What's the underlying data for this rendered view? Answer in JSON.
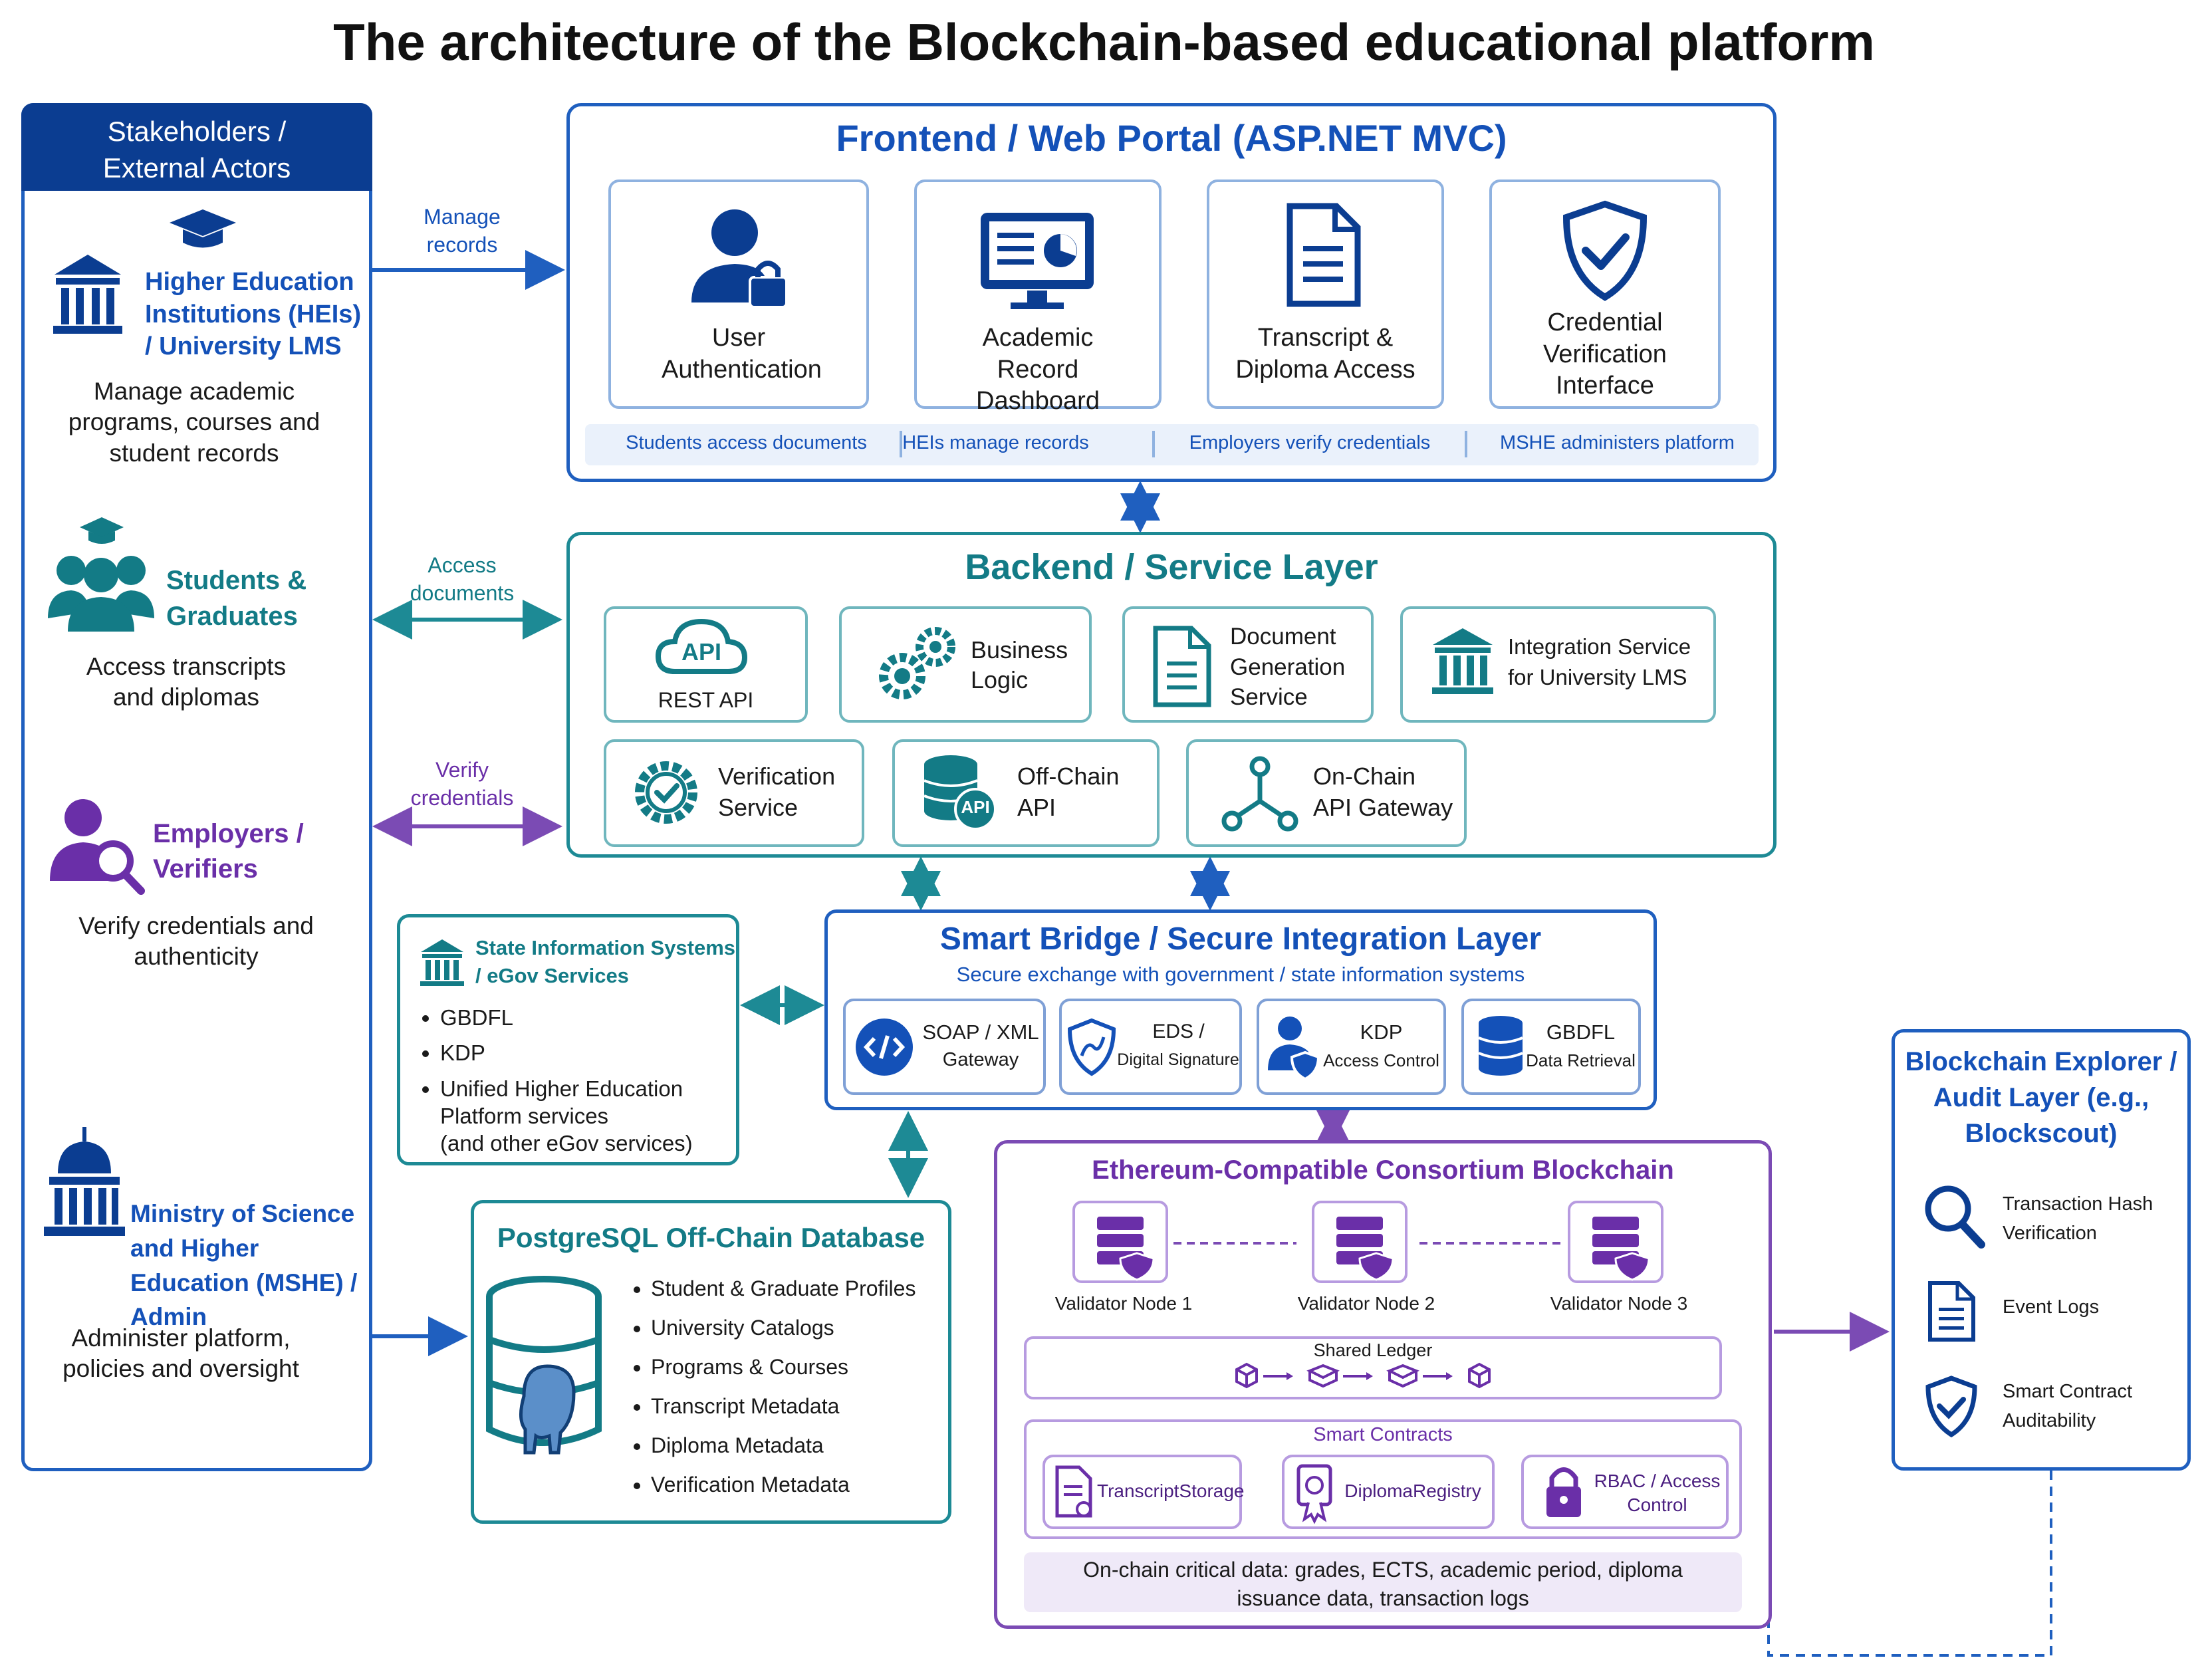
{
  "title": "The architecture of the Blockchain-based educational platform",
  "colors": {
    "blue": "#1f5fbf",
    "navy": "#0b3d91",
    "teal": "#1d8a95",
    "purple": "#7b4bb4"
  },
  "stakeholders": {
    "header": "Stakeholders / External Actors",
    "actors": [
      {
        "name": "Higher Education Institutions (HEIs) / University LMS",
        "desc": "Manage academic programs, courses and student records",
        "icon": "university-icon"
      },
      {
        "name": "Students & Graduates",
        "desc": "Access transcripts and diplomas",
        "icon": "students-icon"
      },
      {
        "name": "Employers / Verifiers",
        "desc": "Verify credentials and authenticity",
        "icon": "verifier-icon"
      },
      {
        "name": "Ministry of Science and Higher Education (MSHE) / Admin",
        "desc": "Administer platform, policies and oversight",
        "icon": "ministry-icon"
      }
    ]
  },
  "arrows": {
    "manage": "Manage records",
    "access": "Access documents",
    "verify": "Verify credentials"
  },
  "frontend": {
    "title": "Frontend / Web Portal (ASP.NET MVC)",
    "cards": [
      {
        "label": "User Authentication",
        "icon": "user-lock-icon"
      },
      {
        "label": "Academic Record Dashboard",
        "icon": "dashboard-icon"
      },
      {
        "label": "Transcript & Diploma Access",
        "icon": "document-icon"
      },
      {
        "label": "Credential Verification Interface",
        "icon": "shield-check-icon"
      }
    ],
    "strip": [
      "Students access documents",
      "HEIs manage records",
      "Employers verify credentials",
      "MSHE administers platform"
    ]
  },
  "backend": {
    "title": "Backend / Service Layer",
    "services": [
      {
        "label": "REST API",
        "icon": "cloud-api-icon"
      },
      {
        "label": "Business Logic",
        "icon": "gears-icon"
      },
      {
        "label": "Document Generation Service",
        "icon": "doc-icon"
      },
      {
        "label": "Integration Service for University LMS",
        "icon": "bank-icon"
      },
      {
        "label": "Verification Service",
        "icon": "gear-check-icon"
      },
      {
        "label": "Off-Chain API",
        "icon": "database-api-icon"
      },
      {
        "label": "On-Chain API Gateway",
        "icon": "network-icon"
      }
    ],
    "api_text": "API"
  },
  "bridge": {
    "title": "Smart Bridge / Secure Integration Layer",
    "subtitle": "Secure exchange with government / state information systems",
    "items": [
      {
        "title": "SOAP / XML",
        "sub": "Gateway",
        "icon": "code-icon"
      },
      {
        "title": "EDS /",
        "sub": "Digital Signature",
        "icon": "signature-shield-icon"
      },
      {
        "title": "KDP",
        "sub": "Access Control",
        "icon": "user-shield-icon"
      },
      {
        "title": "GBDFL",
        "sub": "Data Retrieval",
        "icon": "database-icon"
      }
    ]
  },
  "state": {
    "title": "State Information Systems / eGov Services",
    "items": [
      "GBDFL",
      "KDP",
      "Unified Higher Education Platform services",
      "(and other eGov services)"
    ]
  },
  "postgres": {
    "title": "PostgreSQL Off-Chain Database",
    "items": [
      "Student & Graduate Profiles",
      "University Catalogs",
      "Programs & Courses",
      "Transcript Metadata",
      "Diploma Metadata",
      "Verification Metadata"
    ]
  },
  "blockchain": {
    "title": "Ethereum-Compatible Consortium Blockchain",
    "nodes": [
      "Validator Node 1",
      "Validator Node 2",
      "Validator Node 3"
    ],
    "ledger": "Shared Ledger",
    "contracts_title": "Smart Contracts",
    "contracts": [
      "TranscriptStorage",
      "DiplomaRegistry",
      "RBAC / Access Control"
    ],
    "footer": "On-chain critical data: grades, ECTS, academic period, diploma issuance data, transaction logs"
  },
  "explorer": {
    "title": "Blockchain Explorer / Audit Layer (e.g., Blockscout)",
    "items": [
      {
        "label": "Transaction Hash Verification",
        "icon": "magnifier-icon"
      },
      {
        "label": "Event Logs",
        "icon": "log-icon"
      },
      {
        "label": "Smart Contract Auditability",
        "icon": "shield-icon"
      }
    ]
  }
}
